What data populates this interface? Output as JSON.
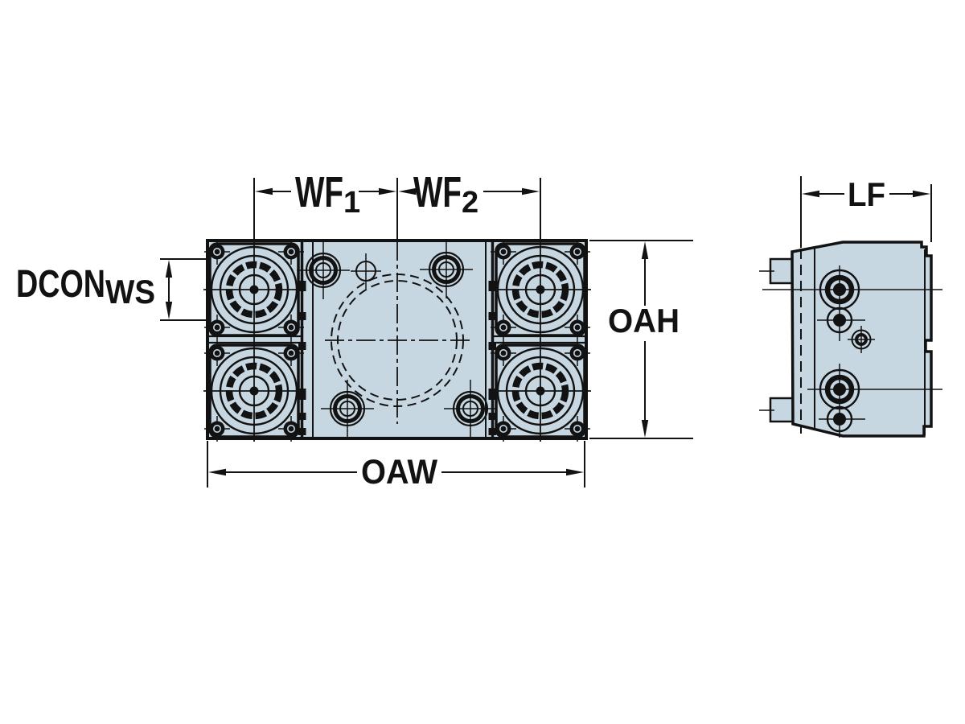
{
  "drawing": {
    "background": "#ffffff",
    "body_fill": "#c7d7e1",
    "line_color": "#121212"
  },
  "dimensions": {
    "wf1": {
      "base": "WF",
      "sub": "1"
    },
    "wf2": {
      "base": "WF",
      "sub": "2"
    },
    "lf": "LF",
    "dcon_ws": {
      "base": "DCON",
      "sub": "WS"
    },
    "oah": "OAH",
    "oaw": "OAW"
  }
}
